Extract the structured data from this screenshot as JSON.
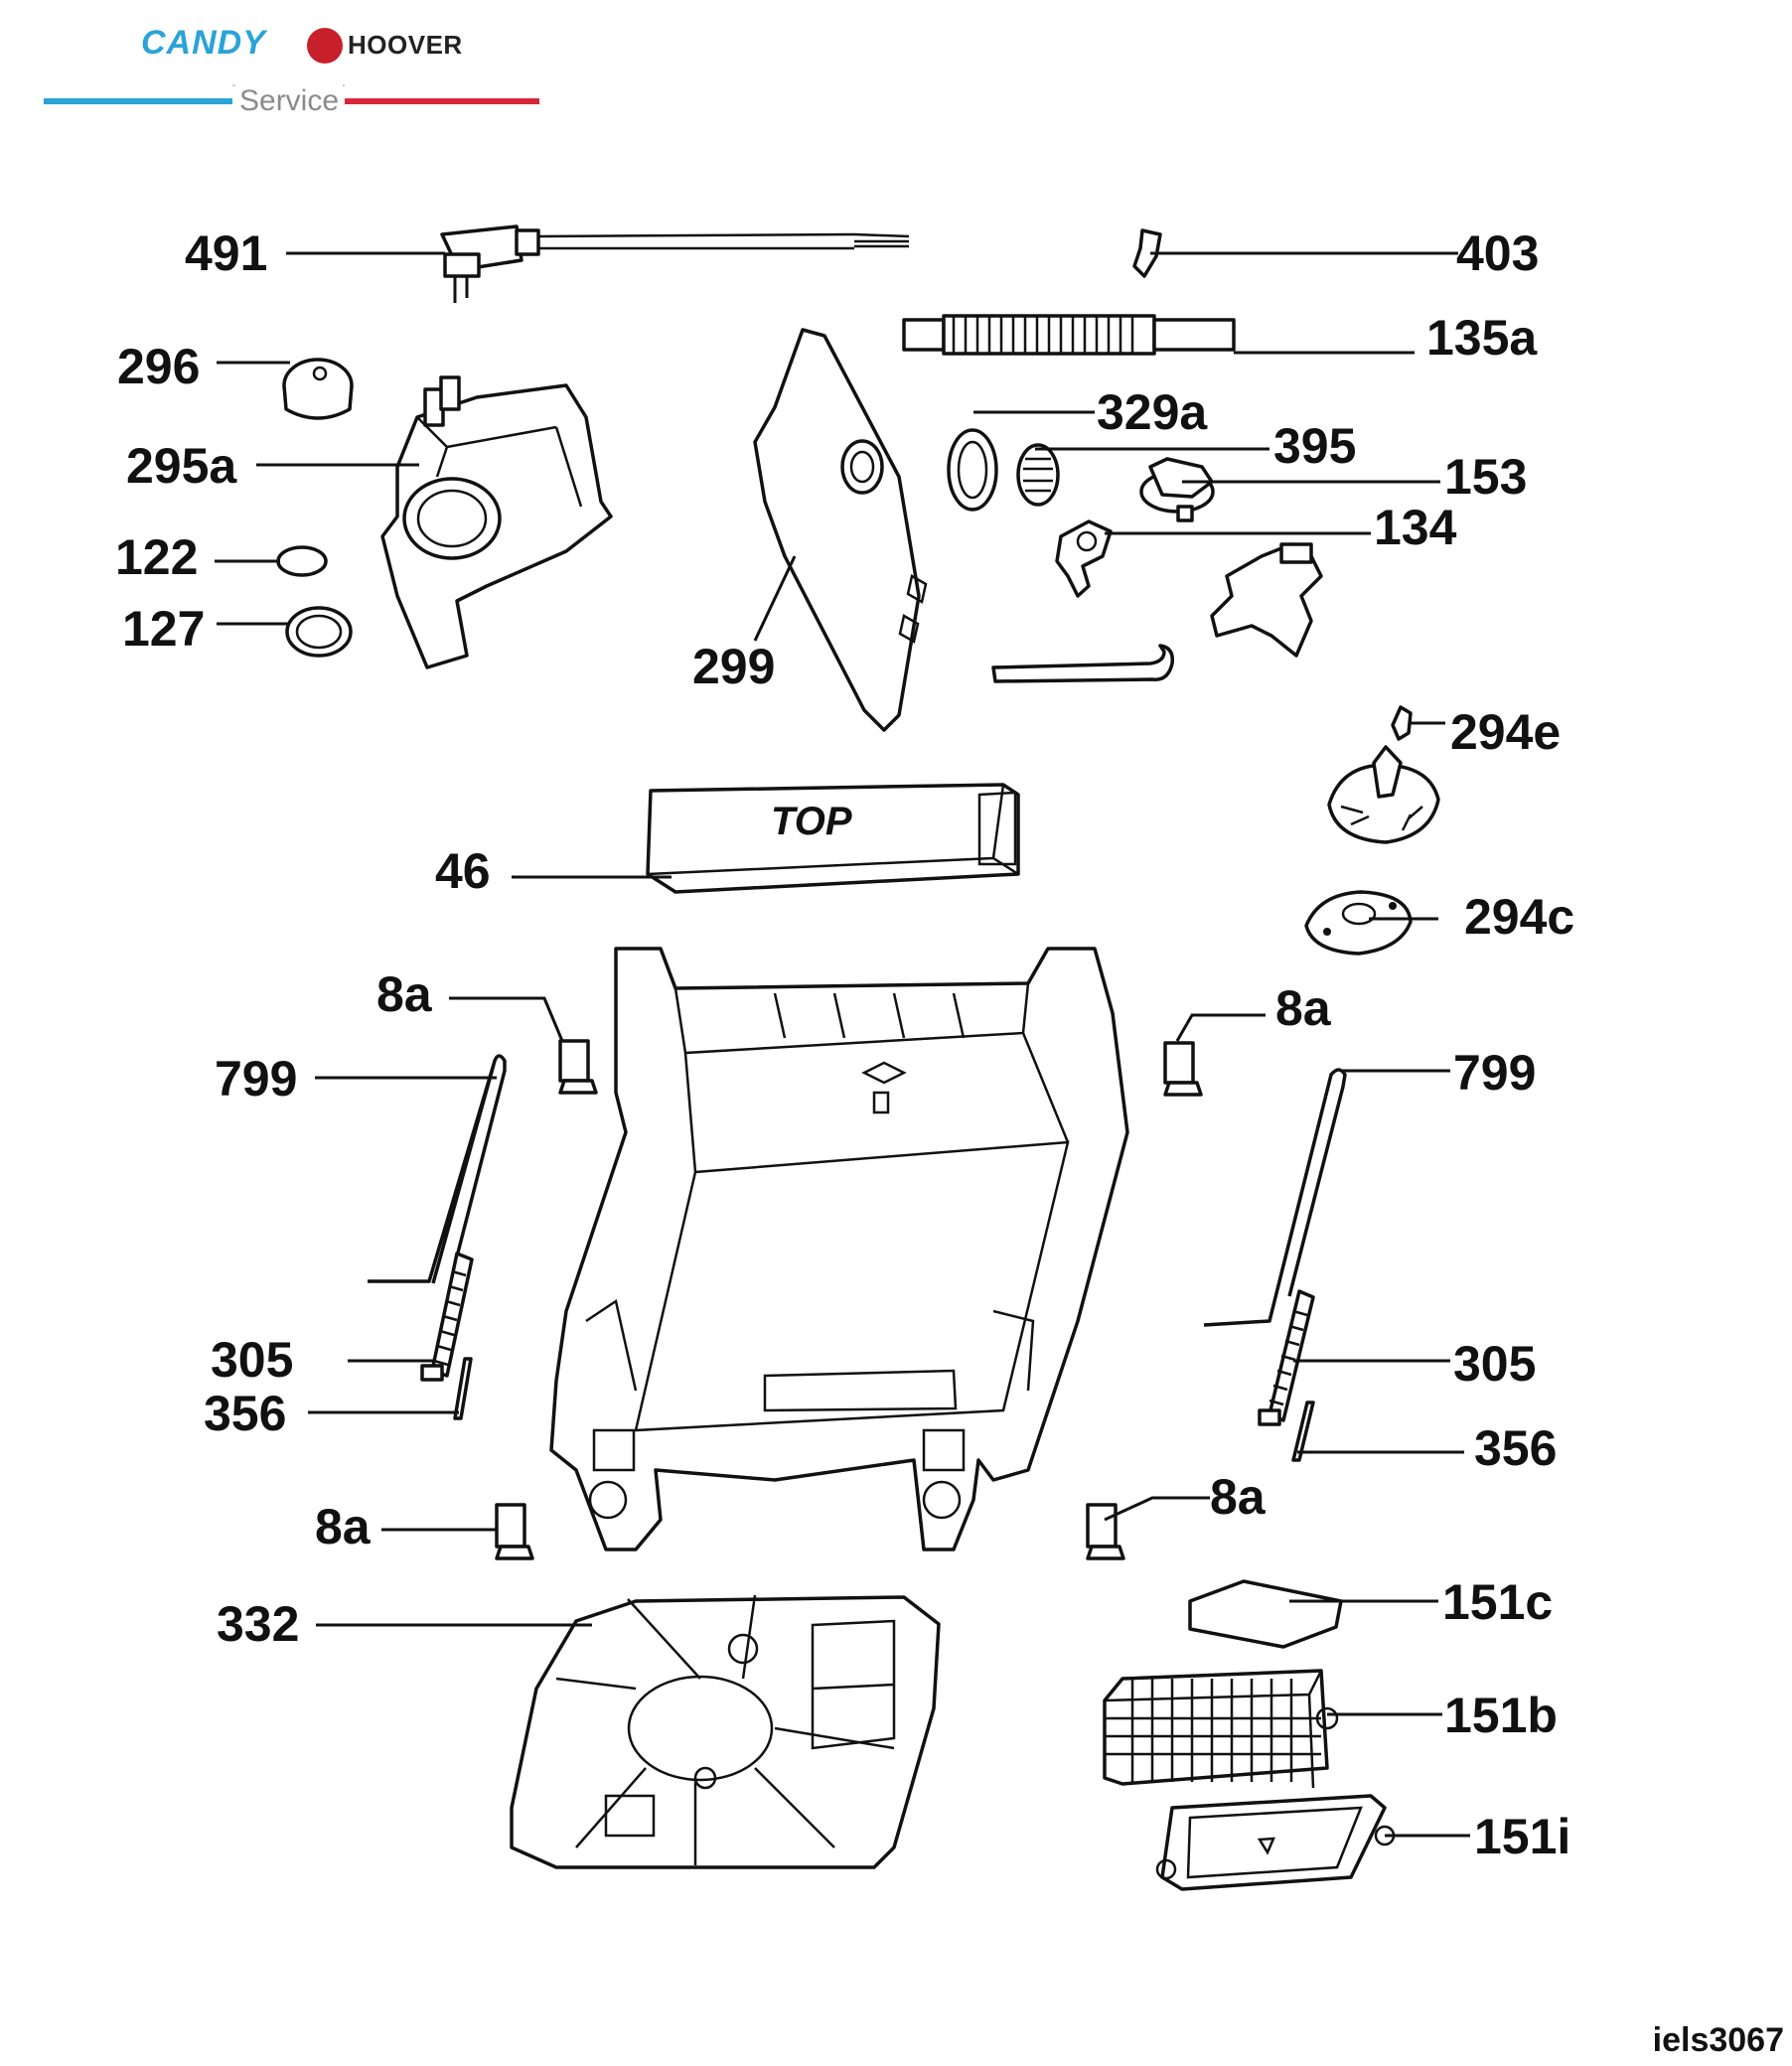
{
  "branding": {
    "candy": "CANDY",
    "hoover": "HOOVER",
    "service": "Service",
    "colors": {
      "candy_blue": "#2aa3d8",
      "hoover_red": "#c8202b",
      "service_grey": "#8b8b8b"
    }
  },
  "part_labels": {
    "p491": "491",
    "p403": "403",
    "p135a": "135a",
    "p296": "296",
    "p329a": "329a",
    "p395": "395",
    "p295a": "295a",
    "p153": "153",
    "p134": "134",
    "p122": "122",
    "p127": "127",
    "p299": "299",
    "p294e": "294e",
    "p46": "46",
    "p294c": "294c",
    "p8a_1": "8a",
    "p8a_2": "8a",
    "p799_l": "799",
    "p799_r": "799",
    "p305_l": "305",
    "p305_r": "305",
    "p356_l": "356",
    "p356_r": "356",
    "p8a_3": "8a",
    "p8a_4": "8a",
    "p151c": "151c",
    "p332": "332",
    "p151b": "151b",
    "p151i": "151i"
  },
  "box_text": "TOP",
  "diagram_code": "iels3067"
}
